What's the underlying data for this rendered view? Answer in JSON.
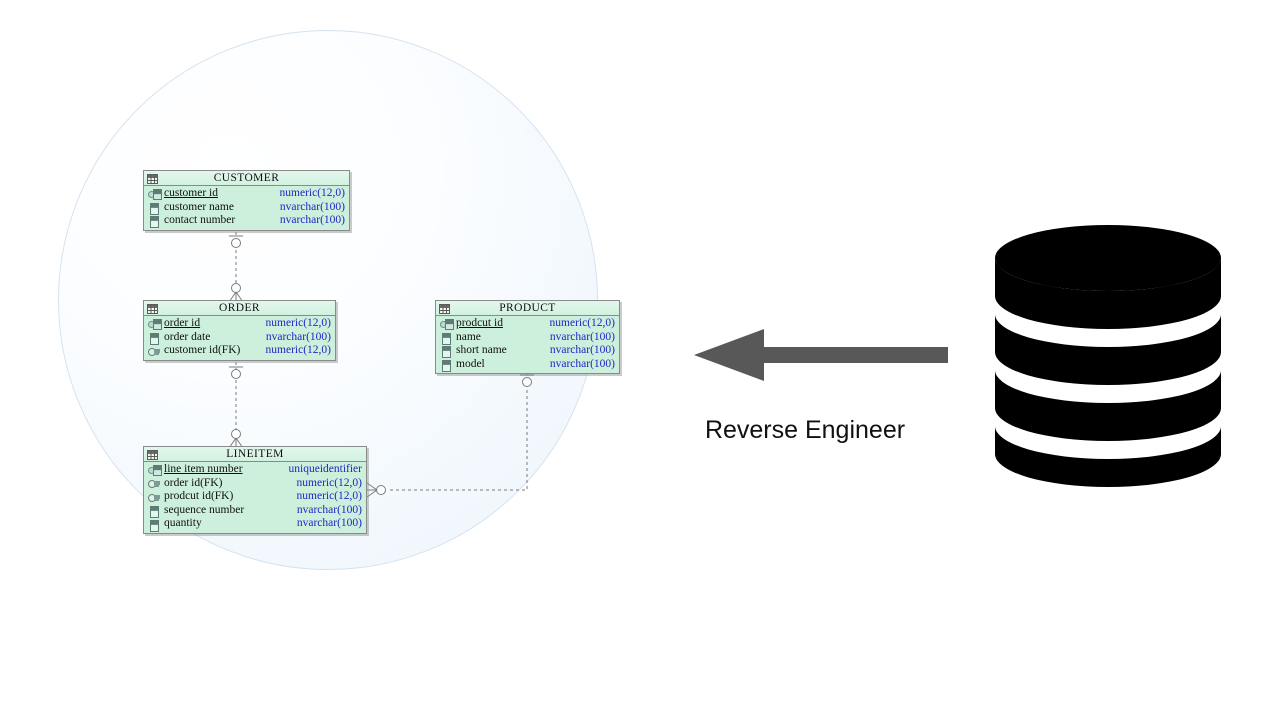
{
  "diagram": {
    "title": "Reverse Engineer",
    "caption": "Reverse Engineer",
    "colors": {
      "table_fill": "#cdf0dd",
      "table_border": "#8a8a8a",
      "type_text": "#2424c4",
      "arrow": "#585858",
      "database_icon": "#000000",
      "circle_border": "#d5e3f0"
    },
    "tables": [
      {
        "name": "CUSTOMER",
        "icon": "table-icon",
        "columns": [
          {
            "name": "customer id",
            "type": "numeric(12,0)",
            "key": "pk",
            "icon": "primary-key-icon"
          },
          {
            "name": "customer name",
            "type": "nvarchar(100)",
            "key": "col",
            "icon": "column-icon"
          },
          {
            "name": "contact number",
            "type": "nvarchar(100)",
            "key": "col",
            "icon": "column-icon"
          }
        ]
      },
      {
        "name": "ORDER",
        "icon": "table-icon",
        "columns": [
          {
            "name": "order id",
            "type": "numeric(12,0)",
            "key": "pk",
            "icon": "primary-key-icon"
          },
          {
            "name": "order date",
            "type": "nvarchar(100)",
            "key": "col",
            "icon": "column-icon"
          },
          {
            "name": "customer id(FK)",
            "type": "numeric(12,0)",
            "key": "fk",
            "icon": "foreign-key-icon"
          }
        ]
      },
      {
        "name": "PRODUCT",
        "icon": "table-icon",
        "columns": [
          {
            "name": "prodcut id",
            "type": "numeric(12,0)",
            "key": "pk",
            "icon": "primary-key-icon"
          },
          {
            "name": "name",
            "type": "nvarchar(100)",
            "key": "col",
            "icon": "column-icon"
          },
          {
            "name": "short name",
            "type": "nvarchar(100)",
            "key": "col",
            "icon": "column-icon"
          },
          {
            "name": "model",
            "type": "nvarchar(100)",
            "key": "col",
            "icon": "column-icon"
          }
        ]
      },
      {
        "name": "LINEITEM",
        "icon": "table-icon",
        "columns": [
          {
            "name": "line item number",
            "type": "uniqueidentifier",
            "key": "pk",
            "icon": "primary-key-icon"
          },
          {
            "name": "order id(FK)",
            "type": "numeric(12,0)",
            "key": "fk",
            "icon": "foreign-key-icon"
          },
          {
            "name": "prodcut id(FK)",
            "type": "numeric(12,0)",
            "key": "fk",
            "icon": "foreign-key-icon"
          },
          {
            "name": "sequence number",
            "type": "nvarchar(100)",
            "key": "col",
            "icon": "column-icon"
          },
          {
            "name": "quantity",
            "type": "nvarchar(100)",
            "key": "col",
            "icon": "column-icon"
          }
        ]
      }
    ],
    "relationships": [
      {
        "from": "CUSTOMER",
        "to": "ORDER",
        "from_cardinality": "one-and-only-one",
        "to_cardinality": "zero-or-many",
        "style": "dashed"
      },
      {
        "from": "ORDER",
        "to": "LINEITEM",
        "from_cardinality": "one-and-only-one",
        "to_cardinality": "zero-or-many",
        "style": "dashed"
      },
      {
        "from": "PRODUCT",
        "to": "LINEITEM",
        "from_cardinality": "one-and-only-one",
        "to_cardinality": "zero-or-many",
        "style": "dashed"
      }
    ],
    "arrow": {
      "direction": "left",
      "icon": "arrow-left-icon"
    },
    "database": {
      "icon": "database-cylinder-icon",
      "layers": 4
    }
  }
}
